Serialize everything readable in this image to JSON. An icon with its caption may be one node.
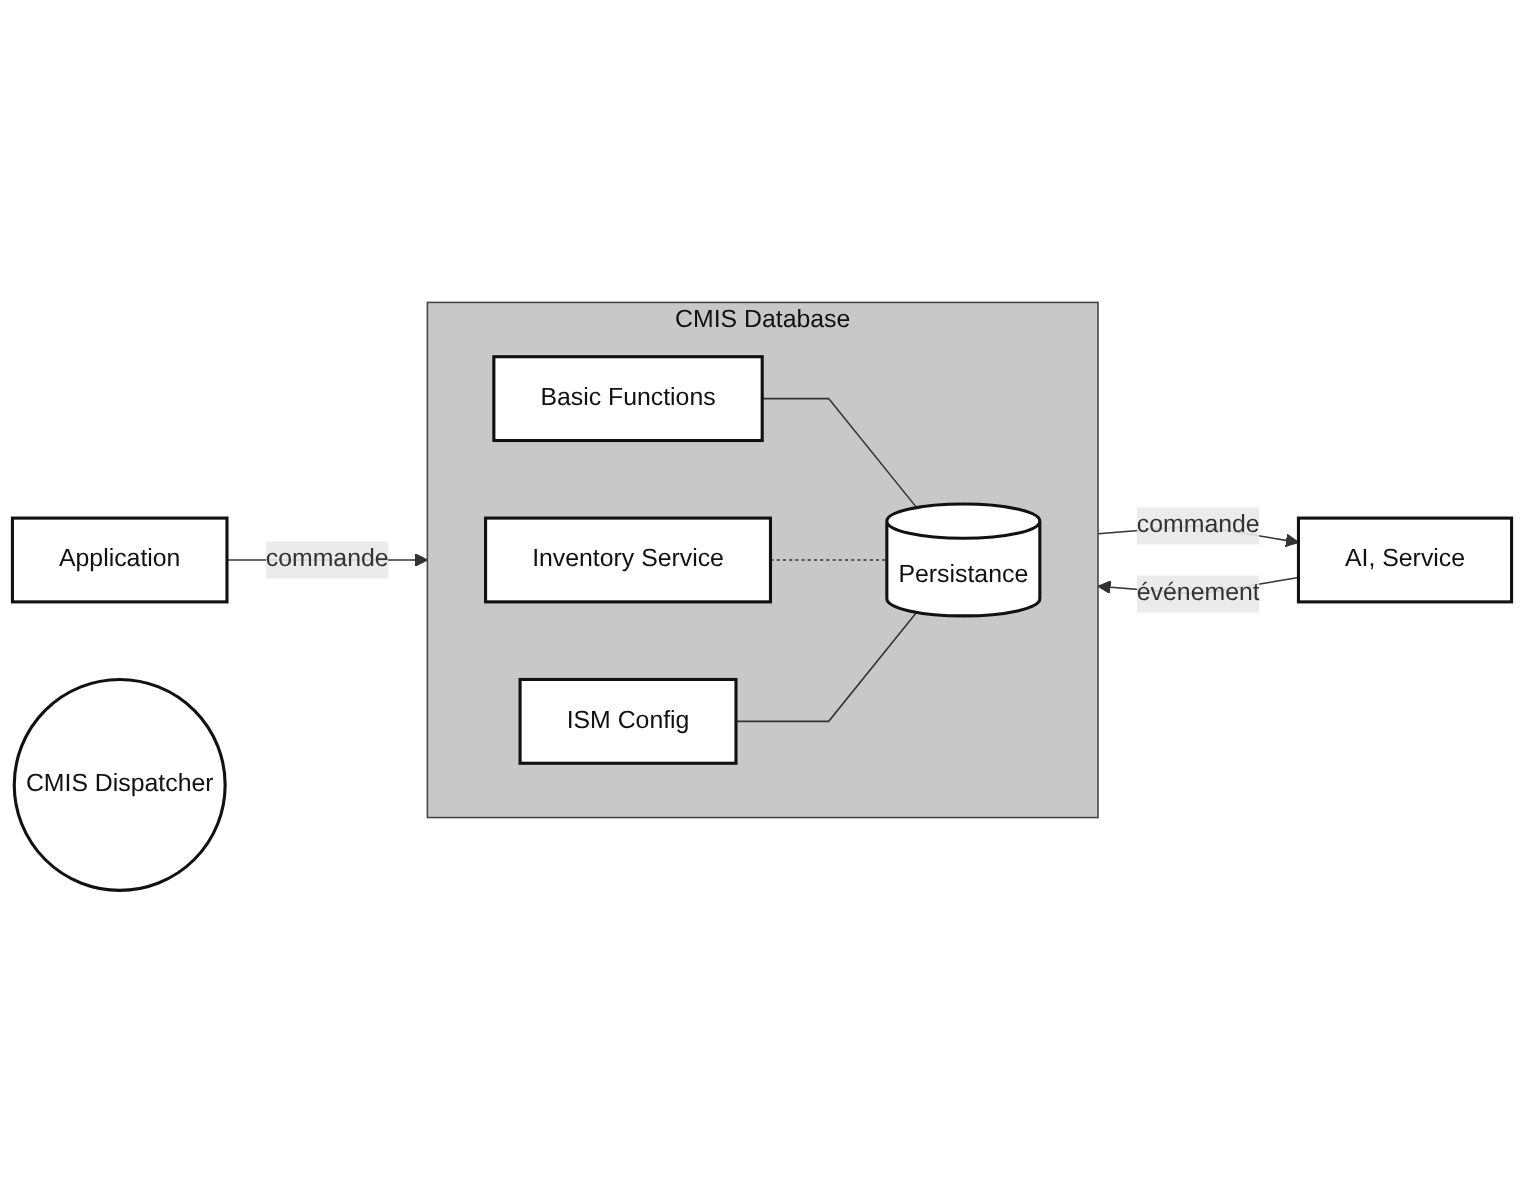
{
  "diagram": {
    "nodes": [
      {
        "text": [
          "Application"
        ]
      },
      {
        "text": [
          "CMIS Dispatcher"
        ]
      },
      {
        "text": [
          "CMIS Database"
        ]
      },
      {
        "text": [
          "Basic Functions"
        ],
        "in": 2
      },
      {
        "text": [
          "Inventory Service"
        ],
        "in": 2
      },
      {
        "text": [
          "ISM Config"
        ],
        "in": 2
      },
      {
        "text": [
          "Persistance"
        ],
        "in": 2
      },
      {
        "text": [
          "AI, Service"
        ]
      }
    ],
    "edges": [
      {
        "from": 0,
        "to": 2,
        "arrow": "to",
        "label": "commande"
      },
      {
        "from": 2,
        "to": 7,
        "arrow": "to",
        "label": "commande"
      },
      {
        "from": 7,
        "to": 2,
        "arrow": "to",
        "label": "événement"
      },
      {
        "from": 3,
        "to": 6,
        "arrow": "none"
      },
      {
        "from": 4,
        "to": 6,
        "arrow": "none",
        "style": "dashed"
      },
      {
        "from": 5,
        "to": 6,
        "arrow": "none"
      }
    ]
  }
}
